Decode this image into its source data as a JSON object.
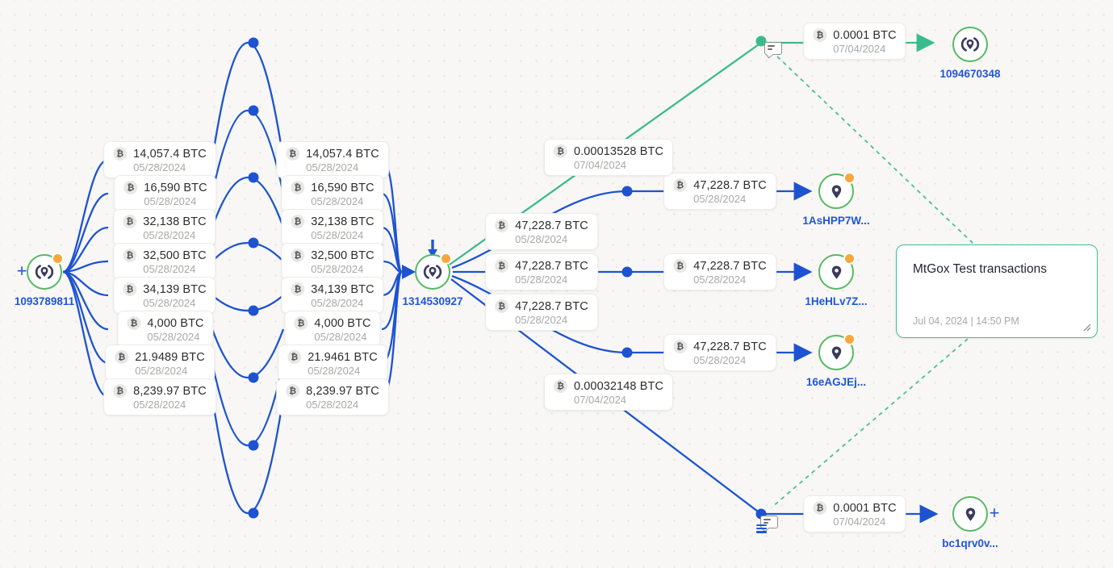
{
  "colors": {
    "edge_blue": "#1d53d1",
    "edge_green": "#3bbb8c",
    "dashed_green": "#47c195",
    "ring_green": "#56ba62",
    "alert_orange": "#f9a63c",
    "node_label_blue": "#1f56d8",
    "icon_dark": "#3c3b5e",
    "note_border_green": "#3cbf93"
  },
  "icons": {
    "btc": "₿",
    "plus": "+"
  },
  "nodes": {
    "left": {
      "label": "1093789811"
    },
    "middle": {
      "label": "1314530927"
    },
    "top_right": {
      "label": "1094670348"
    },
    "addr_1": {
      "label": "1AsHPP7W..."
    },
    "addr_2": {
      "label": "1HeHLv7Z..."
    },
    "addr_3": {
      "label": "16eAGJEj..."
    },
    "addr_4": {
      "label": "bc1qrv0v..."
    }
  },
  "edge_labels": [
    {
      "amount": "14,057.4 BTC",
      "date": "05/28/2024"
    },
    {
      "amount": "16,590 BTC",
      "date": "05/28/2024"
    },
    {
      "amount": "32,138 BTC",
      "date": "05/28/2024"
    },
    {
      "amount": "32,500 BTC",
      "date": "05/28/2024"
    },
    {
      "amount": "34,139 BTC",
      "date": "05/28/2024"
    },
    {
      "amount": "4,000 BTC",
      "date": "05/28/2024"
    },
    {
      "amount": "21.9489 BTC",
      "date": "05/28/2024"
    },
    {
      "amount": "8,239.97 BTC",
      "date": "05/28/2024"
    },
    {
      "amount": "14,057.4 BTC",
      "date": "05/28/2024"
    },
    {
      "amount": "16,590 BTC",
      "date": "05/28/2024"
    },
    {
      "amount": "32,138 BTC",
      "date": "05/28/2024"
    },
    {
      "amount": "32,500 BTC",
      "date": "05/28/2024"
    },
    {
      "amount": "34,139 BTC",
      "date": "05/28/2024"
    },
    {
      "amount": "4,000 BTC",
      "date": "05/28/2024"
    },
    {
      "amount": "21.9461 BTC",
      "date": "05/28/2024"
    },
    {
      "amount": "8,239.97 BTC",
      "date": "05/28/2024"
    },
    {
      "amount": "47,228.7 BTC",
      "date": "05/28/2024"
    },
    {
      "amount": "47,228.7 BTC",
      "date": "05/28/2024"
    },
    {
      "amount": "47,228.7 BTC",
      "date": "05/28/2024"
    },
    {
      "amount": "47,228.7 BTC",
      "date": "05/28/2024"
    },
    {
      "amount": "47,228.7 BTC",
      "date": "05/28/2024"
    },
    {
      "amount": "47,228.7 BTC",
      "date": "05/28/2024"
    },
    {
      "amount": "0.00013528 BTC",
      "date": "07/04/2024"
    },
    {
      "amount": "0.00032148 BTC",
      "date": "07/04/2024"
    },
    {
      "amount": "0.0001 BTC",
      "date": "07/04/2024"
    },
    {
      "amount": "0.0001 BTC",
      "date": "07/04/2024"
    }
  ],
  "note": {
    "title": "MtGox Test transactions",
    "timestamp": "Jul 04, 2024 | 14:50 PM"
  }
}
